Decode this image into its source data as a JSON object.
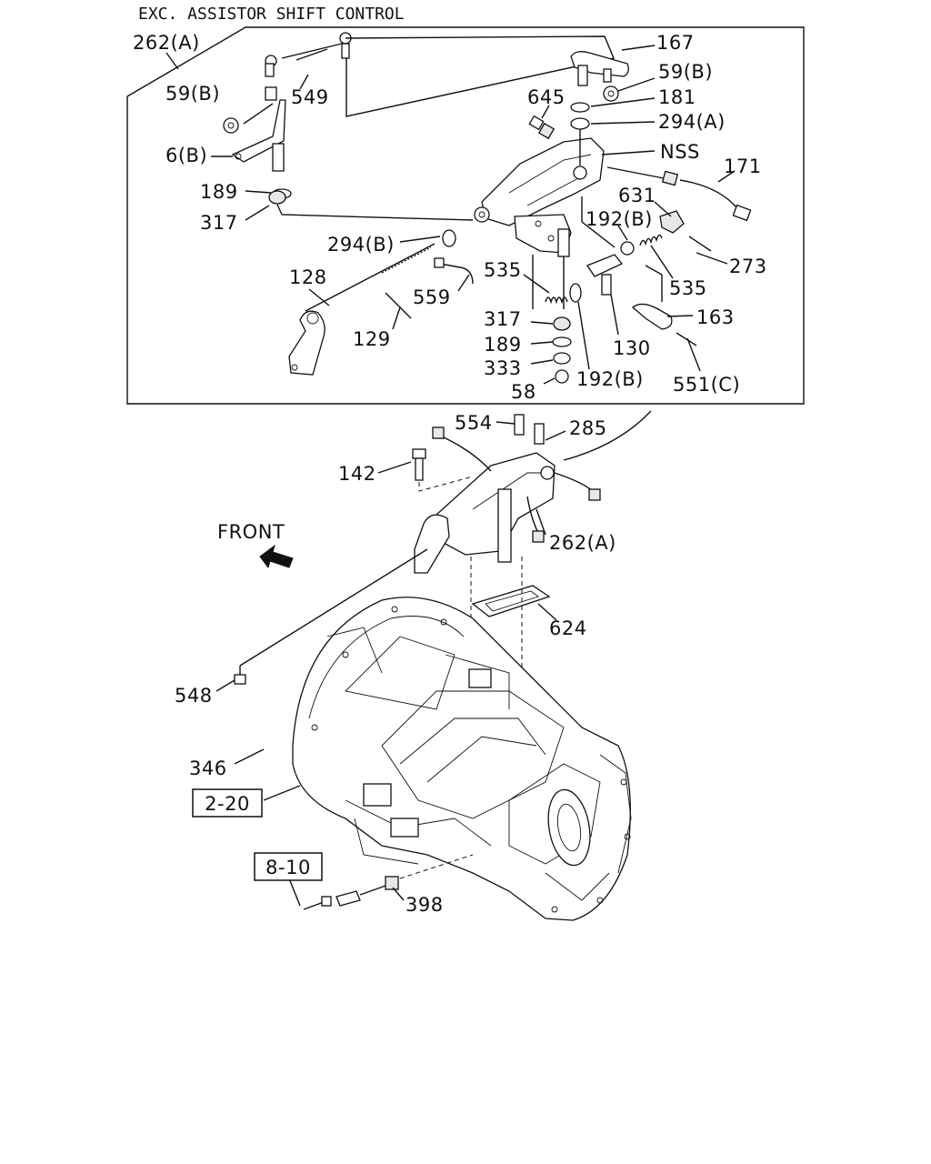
{
  "title": "EXC. ASSISTOR SHIFT CONTROL",
  "front_label": "FRONT",
  "callouts": {
    "c262a_top": "262(A)",
    "c167": "167",
    "c59b_left": "59(B)",
    "c59b_right": "59(B)",
    "c549": "549",
    "c645": "645",
    "c181": "181",
    "c294a": "294(A)",
    "c6b": "6(B)",
    "cnss": "NSS",
    "c171": "171",
    "c189_top": "189",
    "c631": "631",
    "c317_top": "317",
    "c192b_top": "192(B)",
    "c294b": "294(B)",
    "c273": "273",
    "c128": "128",
    "c535_left": "535",
    "c535_right": "535",
    "c559": "559",
    "c163": "163",
    "c317_bot": "317",
    "c129": "129",
    "c130": "130",
    "c189_bot": "189",
    "c333": "333",
    "c192b_bot": "192(B)",
    "c58": "58",
    "c551c": "551(C)",
    "c554": "554",
    "c285": "285",
    "c142": "142",
    "c262a_bot": "262(A)",
    "c624": "624",
    "c548": "548",
    "c346": "346",
    "c398": "398"
  },
  "refs": {
    "r220": "2-20",
    "r810": "8-10"
  }
}
